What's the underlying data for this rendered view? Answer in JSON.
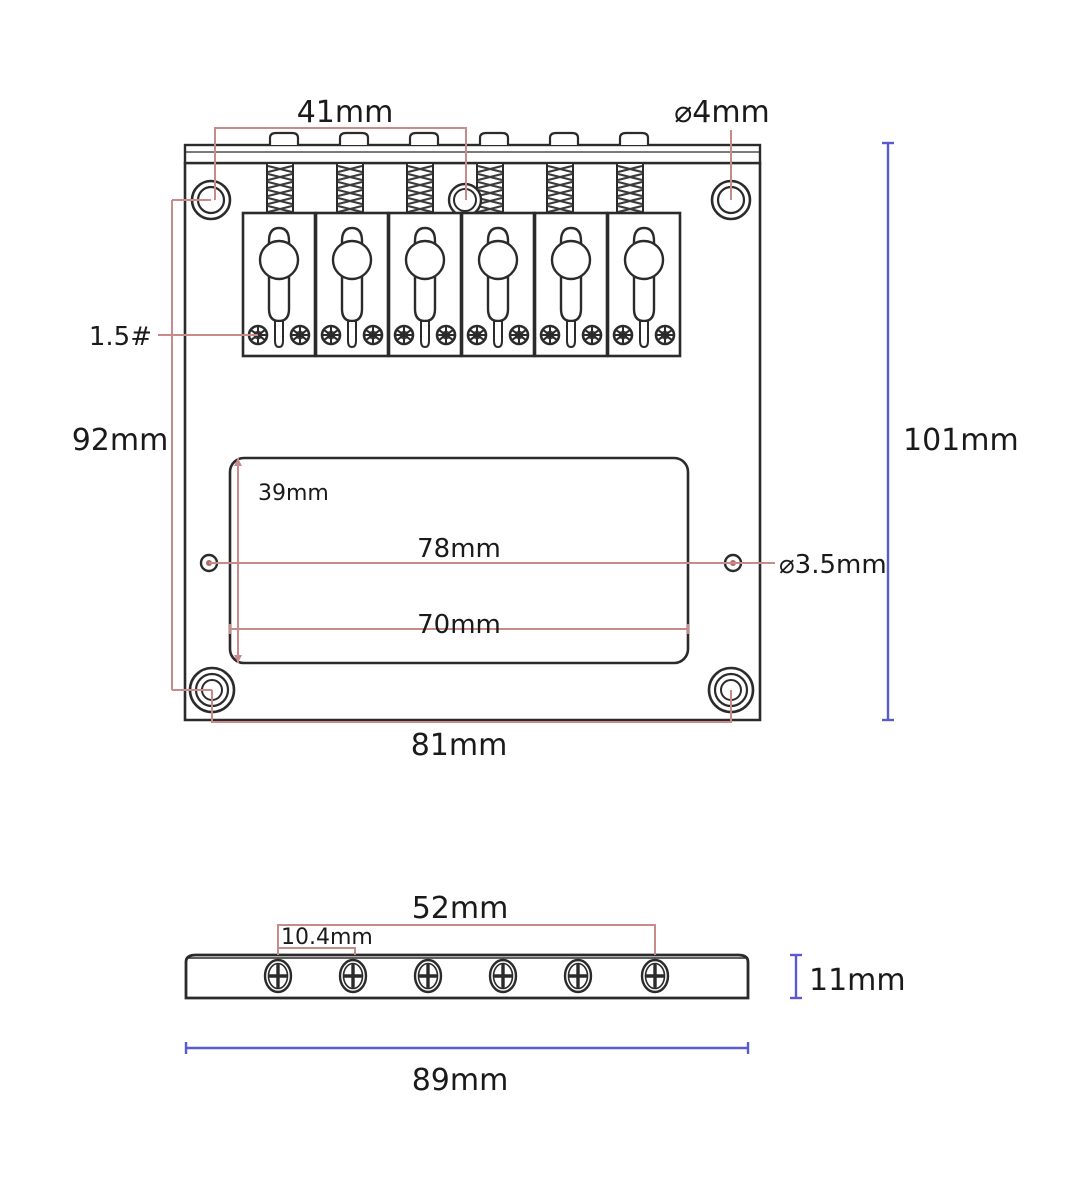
{
  "drawing": {
    "title": "Guitar Bridge Hardtail Technical Dimension Drawing",
    "units": "mm",
    "colors": {
      "background": "#ffffff",
      "outline": "#2b2b2b",
      "dimension_red": "#c98a8a",
      "dimension_blue": "#5a5ad0",
      "text": "#1a1a1a",
      "screw_fill": "#9a9a9a"
    }
  },
  "top_view": {
    "name": "top-plan-view",
    "saddle_count": 6,
    "dimensions": {
      "saddle_span": "41mm",
      "mount_hole_dia": "⌀4mm",
      "saddle_screw_ref": "1.5#",
      "plate_height_holes": "92mm",
      "plate_overall_height": "101mm",
      "cutout_height": "39mm",
      "pilot_hole_span": "78mm",
      "cutout_width": "70mm",
      "plate_width_holes": "81mm",
      "pilot_hole_dia": "⌀3.5mm"
    }
  },
  "side_view": {
    "name": "side-elevation-view",
    "screw_count": 6,
    "dimensions": {
      "screw_span": "52mm",
      "screw_pitch": "10.4mm",
      "plate_thickness": "11mm",
      "plate_overall_width": "89mm"
    }
  },
  "labels": {
    "l_41mm": "41mm",
    "l_dia4mm": "⌀4mm",
    "l_15hash": "1.5#",
    "l_92mm": "92mm",
    "l_101mm": "101mm",
    "l_39mm": "39mm",
    "l_78mm": "78mm",
    "l_dia35mm": "⌀3.5mm",
    "l_70mm": "70mm",
    "l_81mm": "81mm",
    "l_52mm": "52mm",
    "l_104mm": "10.4mm",
    "l_11mm": "11mm",
    "l_89mm": "89mm"
  }
}
